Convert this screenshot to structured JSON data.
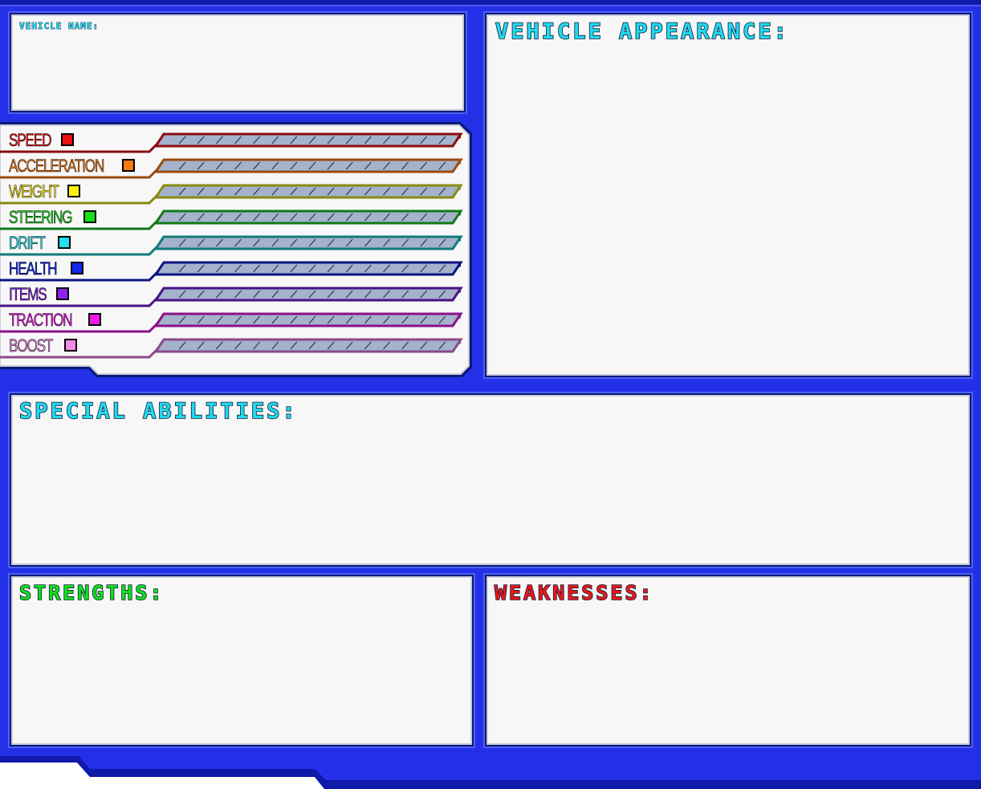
{
  "vehicle_name": {
    "label": "VEHICLE NAME:"
  },
  "appearance": {
    "title": "VEHICLE APPEARANCE:"
  },
  "special": {
    "title": "SPECIAL ABILITIES:"
  },
  "strengths": {
    "title": "STRENGTHS:"
  },
  "weaknesses": {
    "title": "WEAKNESSES:"
  },
  "colors": {
    "frame_blue": "#2430e8",
    "frame_dark": "#0a1a7a",
    "panel_bg": "#f7f7f7",
    "bar_fill": "#a4b2cc"
  },
  "stats": [
    {
      "label": "SPEED",
      "color": "#ee1111",
      "line": "#8a0c10"
    },
    {
      "label": "ACCELERATION",
      "color": "#f47a12",
      "line": "#9a4a10"
    },
    {
      "label": "WEIGHT",
      "color": "#ffee10",
      "line": "#8a8a10"
    },
    {
      "label": "STEERING",
      "color": "#18e018",
      "line": "#107a18"
    },
    {
      "label": "DRIFT",
      "color": "#22e0ee",
      "line": "#107a7a"
    },
    {
      "label": "HEALTH",
      "color": "#1428ee",
      "line": "#0c1480"
    },
    {
      "label": "ITEMS",
      "color": "#8a22ee",
      "line": "#4a1288"
    },
    {
      "label": "TRACTION",
      "color": "#f018e8",
      "line": "#8a1288"
    },
    {
      "label": "BOOST",
      "color": "#f48ae8",
      "line": "#8a4a8a"
    }
  ]
}
